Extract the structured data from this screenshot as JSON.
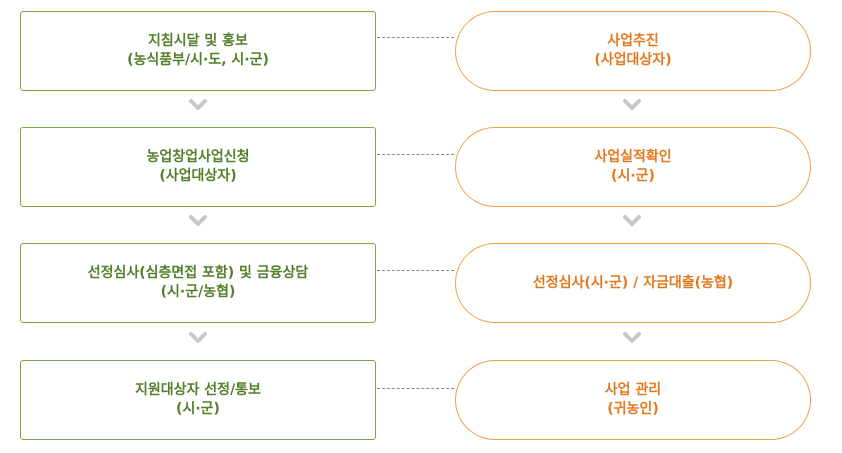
{
  "left_steps": [
    {
      "line1": "지침시달 및 홍보",
      "line2": "(농식품부/시·도, 시·군)"
    },
    {
      "line1": "농업창업사업신청",
      "line2": "(사업대상자)"
    },
    {
      "line1": "선정심사(심층면접 포함) 및 금융상담",
      "line2": "(시·군/농협)"
    },
    {
      "line1": "지원대상자 선정/통보",
      "line2": "(시·군)"
    }
  ],
  "right_steps": [
    {
      "line1": "사업추진",
      "line2": "(사업대상자)"
    },
    {
      "line1": "사업실적확인",
      "line2": "(시·군)"
    },
    {
      "line1": "선정심사(시·군) / 자금대출(농협)",
      "line2": ""
    },
    {
      "line1": "사업 관리",
      "line2": "(귀농인)"
    }
  ],
  "colors": {
    "left_border": "#7bab3f",
    "left_text": "#557f2b",
    "right_border": "#f0a04b",
    "right_text": "#e3791f",
    "chevron": "#c8c8c8",
    "connector": "#8a8a8a"
  },
  "icons": {
    "step_arrow": "chevron-down-icon"
  }
}
